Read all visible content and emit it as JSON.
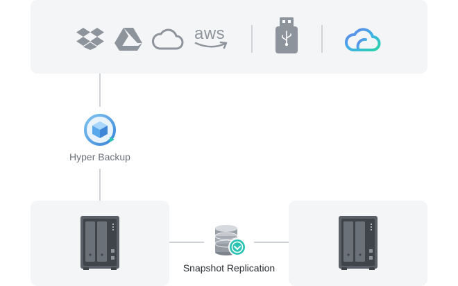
{
  "destinations": {
    "cloud_providers": [
      {
        "name": "Dropbox",
        "icon": "dropbox-icon"
      },
      {
        "name": "Google Drive",
        "icon": "google-drive-icon"
      },
      {
        "name": "Generic cloud",
        "icon": "cloud-outline-icon"
      },
      {
        "name": "AWS",
        "icon": "aws-logo-icon",
        "logo_text": "aws"
      }
    ],
    "usb_icon": "usb-drive-icon",
    "c2_icon": "c2-cloud-icon"
  },
  "hyper_backup": {
    "label": "Hyper Backup",
    "icon": "hyper-backup-icon"
  },
  "snapshot_replication": {
    "label": "Snapshot Replication",
    "icon": "snapshot-replication-icon"
  },
  "nas_devices": [
    {
      "icon": "nas-device-icon"
    },
    {
      "icon": "nas-device-icon"
    }
  ],
  "colors": {
    "panel_bg": "#f4f5f7",
    "icon_gray": "#8e949c",
    "connector": "#cfd3d8",
    "label_hyper": "#6b7078",
    "label_snapshot": "#2a2d31",
    "accent_teal": "#2bc3b4",
    "accent_blue": "#4a8fe0"
  }
}
